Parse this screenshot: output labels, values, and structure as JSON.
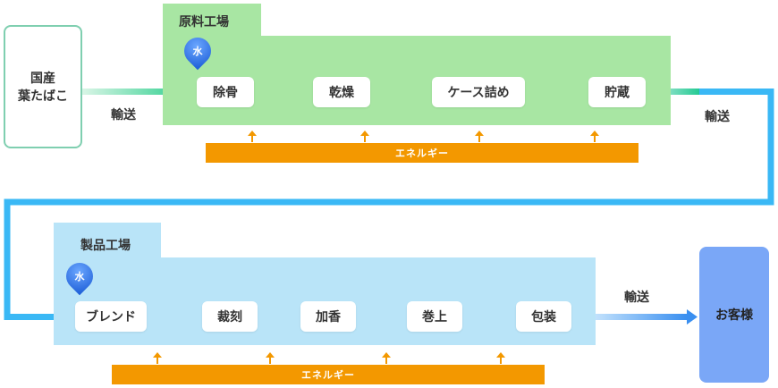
{
  "source": {
    "line1": "国産",
    "line2": "葉たばこ"
  },
  "raw_factory": {
    "title": "原料工場",
    "water": "水",
    "steps": [
      "除骨",
      "乾燥",
      "ケース詰め",
      "貯蔵"
    ],
    "energy": "エネルギー"
  },
  "product_factory": {
    "title": "製品工場",
    "water": "水",
    "steps": [
      "ブレンド",
      "裁刻",
      "加香",
      "巻上",
      "包装"
    ],
    "energy": "エネルギー"
  },
  "transport": {
    "to_raw": "輸送",
    "to_product": "輸送",
    "to_customer": "輸送"
  },
  "customer": "お客様",
  "colors": {
    "raw_zone": "#a8e6a3",
    "product_zone": "#b9e4f8",
    "energy": "#f39800",
    "flow_green": "#22cc88",
    "flow_blue": "#3ab8f5",
    "customer": "#7aa7f7",
    "source_border": "#7fcfb0"
  }
}
